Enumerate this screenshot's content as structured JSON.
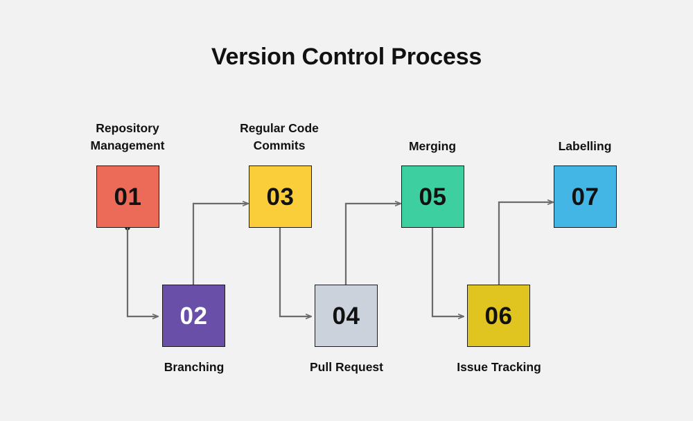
{
  "diagram": {
    "title": "Version Control Process",
    "background_color": "#f2f2f2",
    "connector_color": "#6b6b6b",
    "border_color": "#1a1a1a",
    "type": "process-flow-zigzag",
    "steps": [
      {
        "number": "01",
        "label": "Repository\nManagement",
        "fill": "#ec6a58",
        "number_color": "#111111",
        "label_position": "above",
        "row": "top"
      },
      {
        "number": "02",
        "label": "Branching",
        "fill": "#6a4fa8",
        "number_color": "#ffffff",
        "label_position": "below",
        "row": "bottom"
      },
      {
        "number": "03",
        "label": "Regular Code\nCommits",
        "fill": "#f9ce3a",
        "number_color": "#111111",
        "label_position": "above",
        "row": "top"
      },
      {
        "number": "04",
        "label": "Pull Request",
        "fill": "#cbd2db",
        "number_color": "#111111",
        "label_position": "below",
        "row": "bottom"
      },
      {
        "number": "05",
        "label": "Merging",
        "fill": "#3ecfa0",
        "number_color": "#111111",
        "label_position": "above",
        "row": "top"
      },
      {
        "number": "06",
        "label": "Issue Tracking",
        "fill": "#e0c520",
        "number_color": "#111111",
        "label_position": "below",
        "row": "bottom"
      },
      {
        "number": "07",
        "label": "Labelling",
        "fill": "#44b6e6",
        "number_color": "#111111",
        "label_position": "above",
        "row": "top"
      }
    ],
    "connections": [
      {
        "from": "01",
        "to": "02"
      },
      {
        "from": "02",
        "to": "03"
      },
      {
        "from": "03",
        "to": "04"
      },
      {
        "from": "04",
        "to": "05"
      },
      {
        "from": "05",
        "to": "06"
      },
      {
        "from": "06",
        "to": "07"
      }
    ]
  }
}
